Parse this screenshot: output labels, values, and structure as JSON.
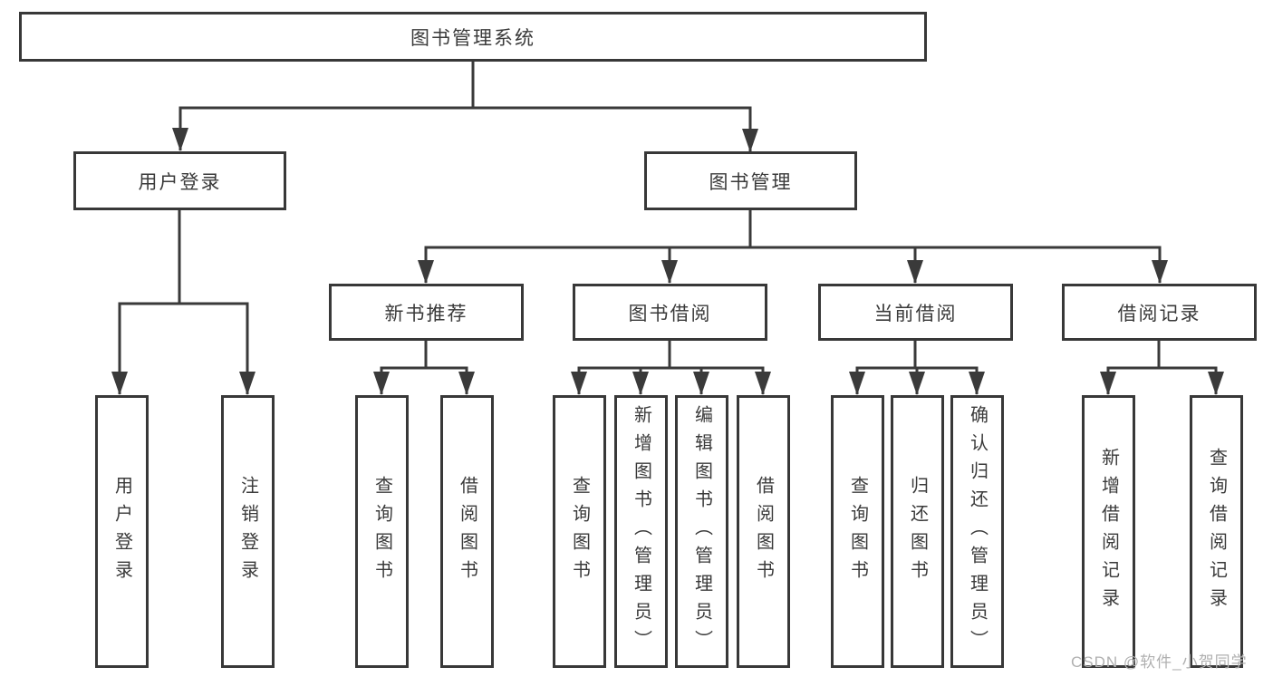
{
  "tree": {
    "root": {
      "label": "图书管理系统"
    },
    "branches": [
      {
        "label": "用户登录",
        "children": [
          {
            "label": "用户登录"
          },
          {
            "label": "注销登录"
          }
        ]
      },
      {
        "label": "图书管理",
        "children": [
          {
            "label": "新书推荐",
            "children": [
              {
                "label": "查询图书"
              },
              {
                "label": "借阅图书"
              }
            ]
          },
          {
            "label": "图书借阅",
            "children": [
              {
                "label": "查询图书"
              },
              {
                "label": "新增图书（管理员）"
              },
              {
                "label": "编辑图书（管理员）"
              },
              {
                "label": "借阅图书"
              }
            ]
          },
          {
            "label": "当前借阅",
            "children": [
              {
                "label": "查询图书"
              },
              {
                "label": "归还图书"
              },
              {
                "label": "确认归还（管理员）"
              }
            ]
          },
          {
            "label": "借阅记录",
            "children": [
              {
                "label": "新增借阅记录"
              },
              {
                "label": "查询借阅记录"
              }
            ]
          }
        ]
      }
    ]
  },
  "watermark": {
    "text": "CSDN @软件_小贺同学"
  },
  "colors": {
    "line": "#3a3a3a",
    "box_border": "#383838",
    "text": "#3a3a3a",
    "watermark": "#b0b0b0",
    "background": "#ffffff"
  }
}
